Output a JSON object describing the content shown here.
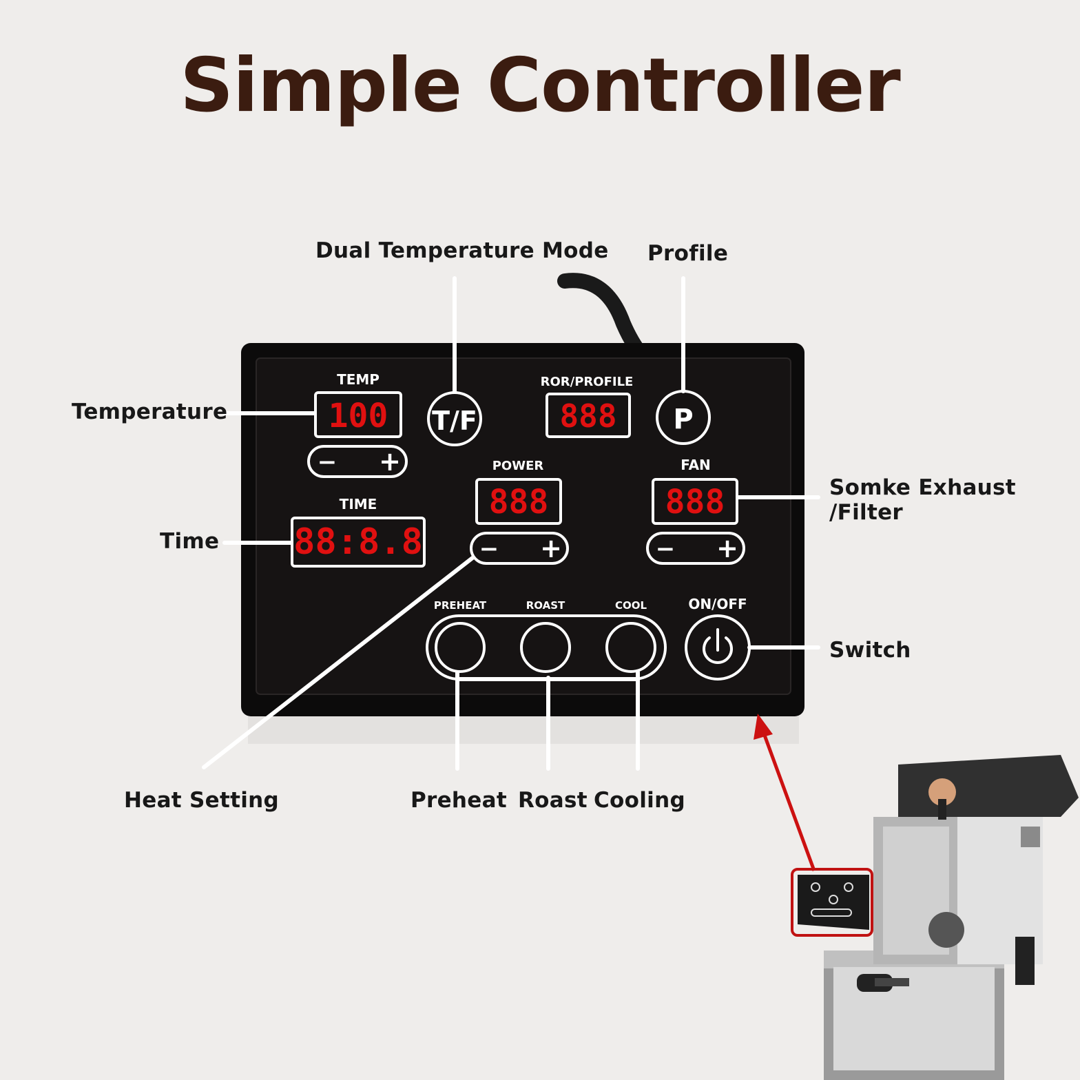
{
  "title": "Simple Controller",
  "callouts": {
    "dual_mode": "Dual Temperature Mode",
    "profile": "Profile",
    "temperature": "Temperature",
    "time": "Time",
    "smoke_line1": "Somke Exhaust",
    "smoke_line2": "/Filter",
    "switch": "Switch",
    "heat_setting": "Heat Setting",
    "preheat": "Preheat",
    "roast": "Roast",
    "cooling": "Cooling"
  },
  "panel": {
    "temp_label": "TEMP",
    "time_label": "TIME",
    "ror_label": "ROR/PROFILE",
    "power_label": "POWER",
    "fan_label": "FAN",
    "preheat_label": "PREHEAT",
    "roast_label": "ROAST",
    "cool_label": "COOL",
    "onoff_label": "ON/OFF",
    "tf_button": "T/F",
    "p_button": "P",
    "minus": "−",
    "plus": "+",
    "temp_display": "100",
    "time_display": "88:8.8",
    "ror_display": "888",
    "power_display": "888",
    "fan_display": "888"
  },
  "colors": {
    "background": "#efedeb",
    "title": "#3b1c10",
    "panel": "#141212",
    "led": "#e01010",
    "arrow": "#cc1111"
  },
  "icons": {
    "power": "power-icon",
    "arrow": "red-arrow-icon"
  }
}
